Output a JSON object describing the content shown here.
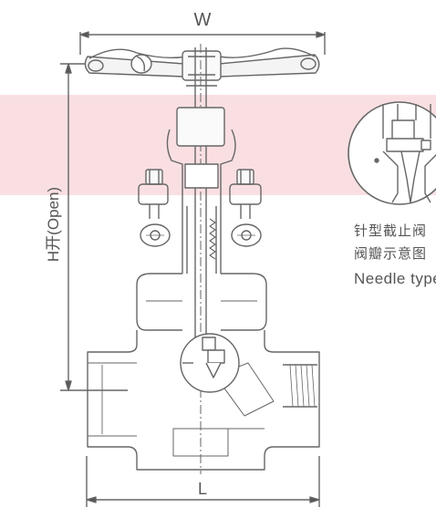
{
  "dimensions": {
    "width_label": "W",
    "height_label": "H开(Open)",
    "length_label": "L"
  },
  "detail": {
    "caption_line1": "针型截止阀",
    "caption_line2": "阀瓣示意图",
    "caption_line3": "Needle type"
  },
  "colors": {
    "band": "#f9dfe2",
    "line": "#6b6b6b",
    "dim_line": "#555555"
  }
}
